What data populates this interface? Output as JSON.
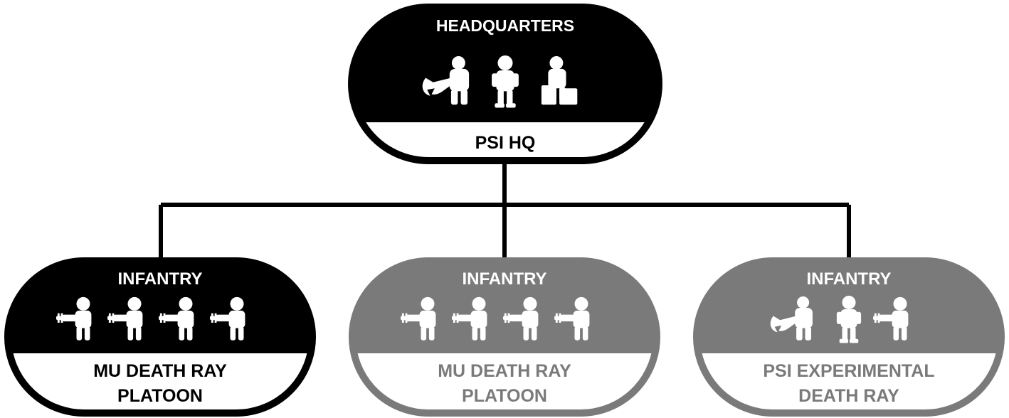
{
  "colors": {
    "active": "#000000",
    "inactive": "#7a7a7a",
    "label_fill": "#ffffff",
    "inactive_text": "#7a7a7a"
  },
  "hq": {
    "type": "HEADQUARTERS",
    "name_lines": [
      "PSI HQ"
    ],
    "state": "active",
    "icons": [
      "mech-claw-figure-icon",
      "soldier-figure-icon",
      "trooper-with-crates-icon"
    ]
  },
  "platoons": [
    {
      "type": "INFANTRY",
      "name_lines": [
        "MU DEATH RAY",
        "PLATOON"
      ],
      "state": "active",
      "icons": [
        "ray-gun-soldier-icon",
        "ray-gun-soldier-icon",
        "ray-gun-soldier-icon",
        "ray-gun-soldier-icon"
      ]
    },
    {
      "type": "INFANTRY",
      "name_lines": [
        "MU DEATH RAY",
        "PLATOON"
      ],
      "state": "inactive",
      "icons": [
        "ray-gun-soldier-icon",
        "ray-gun-soldier-icon",
        "ray-gun-soldier-icon",
        "ray-gun-soldier-icon"
      ]
    },
    {
      "type": "INFANTRY",
      "name_lines": [
        "PSI EXPERIMENTAL",
        "DEATH RAY"
      ],
      "state": "inactive",
      "icons": [
        "mech-claw-figure-icon",
        "soldier-figure-icon",
        "ray-gun-soldier-icon"
      ]
    }
  ]
}
